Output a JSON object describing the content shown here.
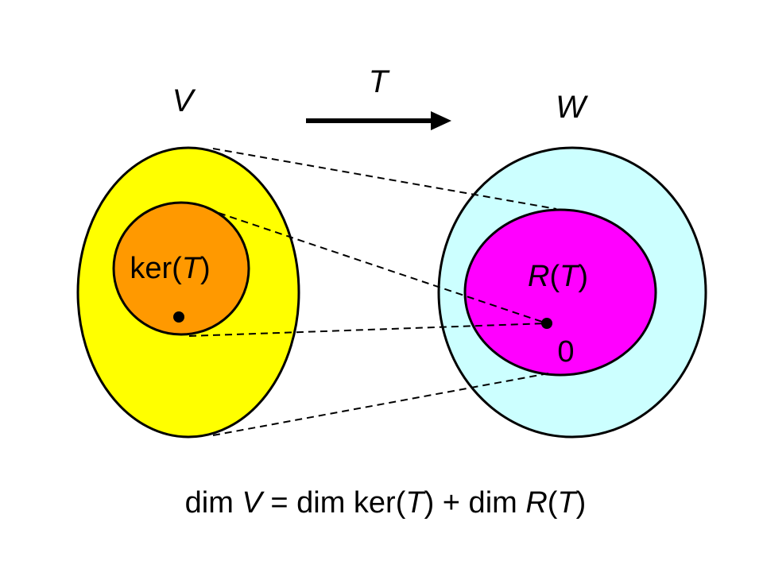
{
  "labels": {
    "domain_space": "V",
    "codomain_space": "W",
    "map": "T",
    "kernel": {
      "prefix": "ker(",
      "var": "T",
      "suffix": ")"
    },
    "range": {
      "prefix": "R",
      "open": "(",
      "var": "T",
      "suffix": ")"
    },
    "zero": "0"
  },
  "equation": {
    "p1": "dim ",
    "v": "V",
    "p2": " = dim ker(",
    "t1": "T",
    "p3": ") + dim ",
    "r": "R",
    "p4": "(",
    "t2": "T",
    "p5": ")"
  },
  "colors": {
    "V": "#ffff00",
    "kernel": "#ff9900",
    "W": "#ccffff",
    "range": "#ff00ff"
  }
}
